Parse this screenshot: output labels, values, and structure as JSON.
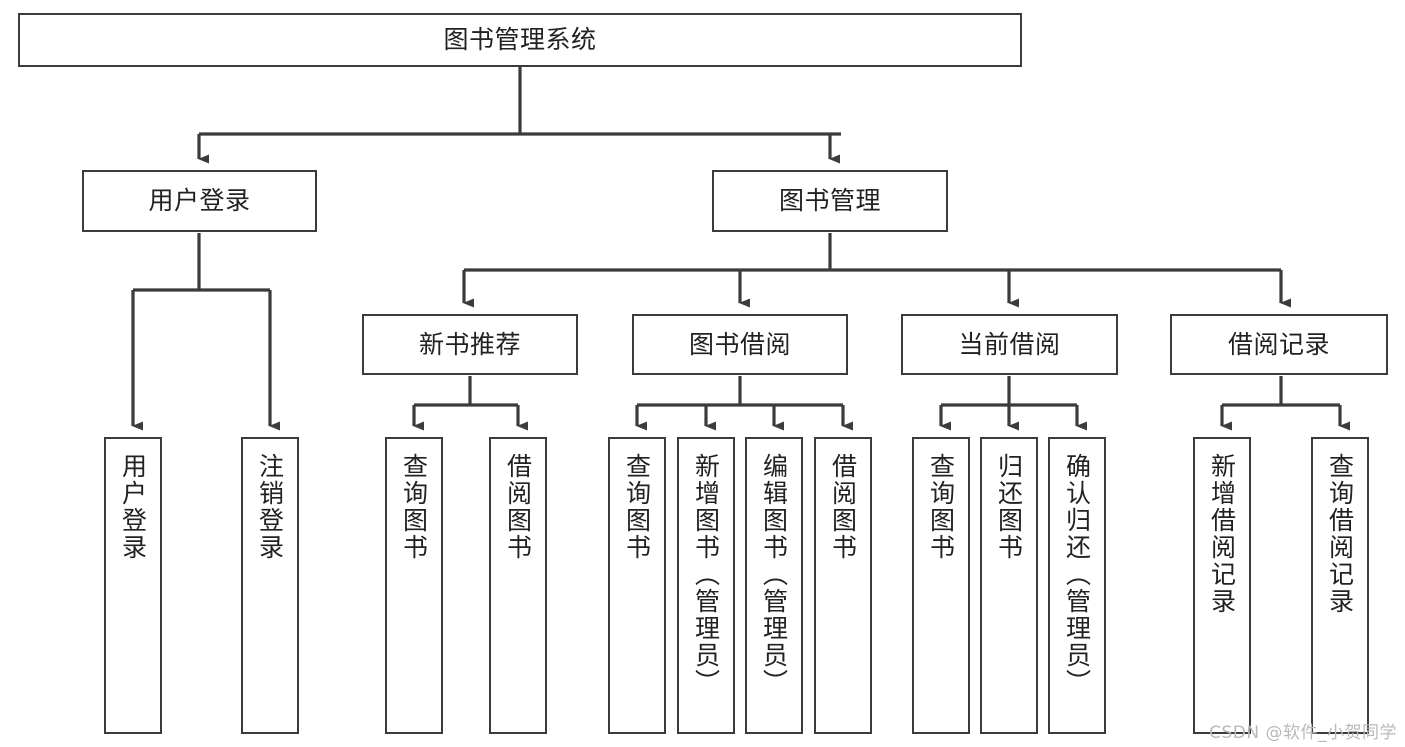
{
  "diagram": {
    "title": "图书管理系统",
    "type": "tree-hierarchy-chart",
    "watermark": "CSDN @软件_小贺同学",
    "colors": {
      "box_border": "#3b3b3b",
      "box_fill": "#ffffff",
      "line": "#3b3b3b",
      "text": "#222222",
      "watermark": "#b9b9b9"
    },
    "root": {
      "label": "图书管理系统"
    },
    "level2": [
      {
        "id": "user-login",
        "label": "用户登录"
      },
      {
        "id": "book-manage",
        "label": "图书管理"
      }
    ],
    "level3": [
      {
        "id": "new-book-recommend",
        "label": "新书推荐"
      },
      {
        "id": "book-borrow",
        "label": "图书借阅"
      },
      {
        "id": "current-borrow",
        "label": "当前借阅"
      },
      {
        "id": "borrow-record",
        "label": "借阅记录"
      }
    ],
    "leaves": {
      "user_login": [
        {
          "id": "leaf-user-login",
          "label": "用户登录"
        },
        {
          "id": "leaf-logout-login",
          "label": "注销登录"
        }
      ],
      "new_book_recommend": [
        {
          "id": "leaf-query-book-1",
          "label": "查询图书"
        },
        {
          "id": "leaf-borrow-book-1",
          "label": "借阅图书"
        }
      ],
      "book_borrow": [
        {
          "id": "leaf-query-book-2",
          "label": "查询图书"
        },
        {
          "id": "leaf-add-book",
          "label": "新增图书（管理员）"
        },
        {
          "id": "leaf-edit-book",
          "label": "编辑图书（管理员）"
        },
        {
          "id": "leaf-borrow-book-2",
          "label": "借阅图书"
        }
      ],
      "current_borrow": [
        {
          "id": "leaf-query-book-3",
          "label": "查询图书"
        },
        {
          "id": "leaf-return-book",
          "label": "归还图书"
        },
        {
          "id": "leaf-confirm-return",
          "label": "确认归还（管理员）"
        }
      ],
      "borrow_record": [
        {
          "id": "leaf-add-record",
          "label": "新增借阅记录"
        },
        {
          "id": "leaf-query-record",
          "label": "查询借阅记录"
        }
      ]
    }
  }
}
